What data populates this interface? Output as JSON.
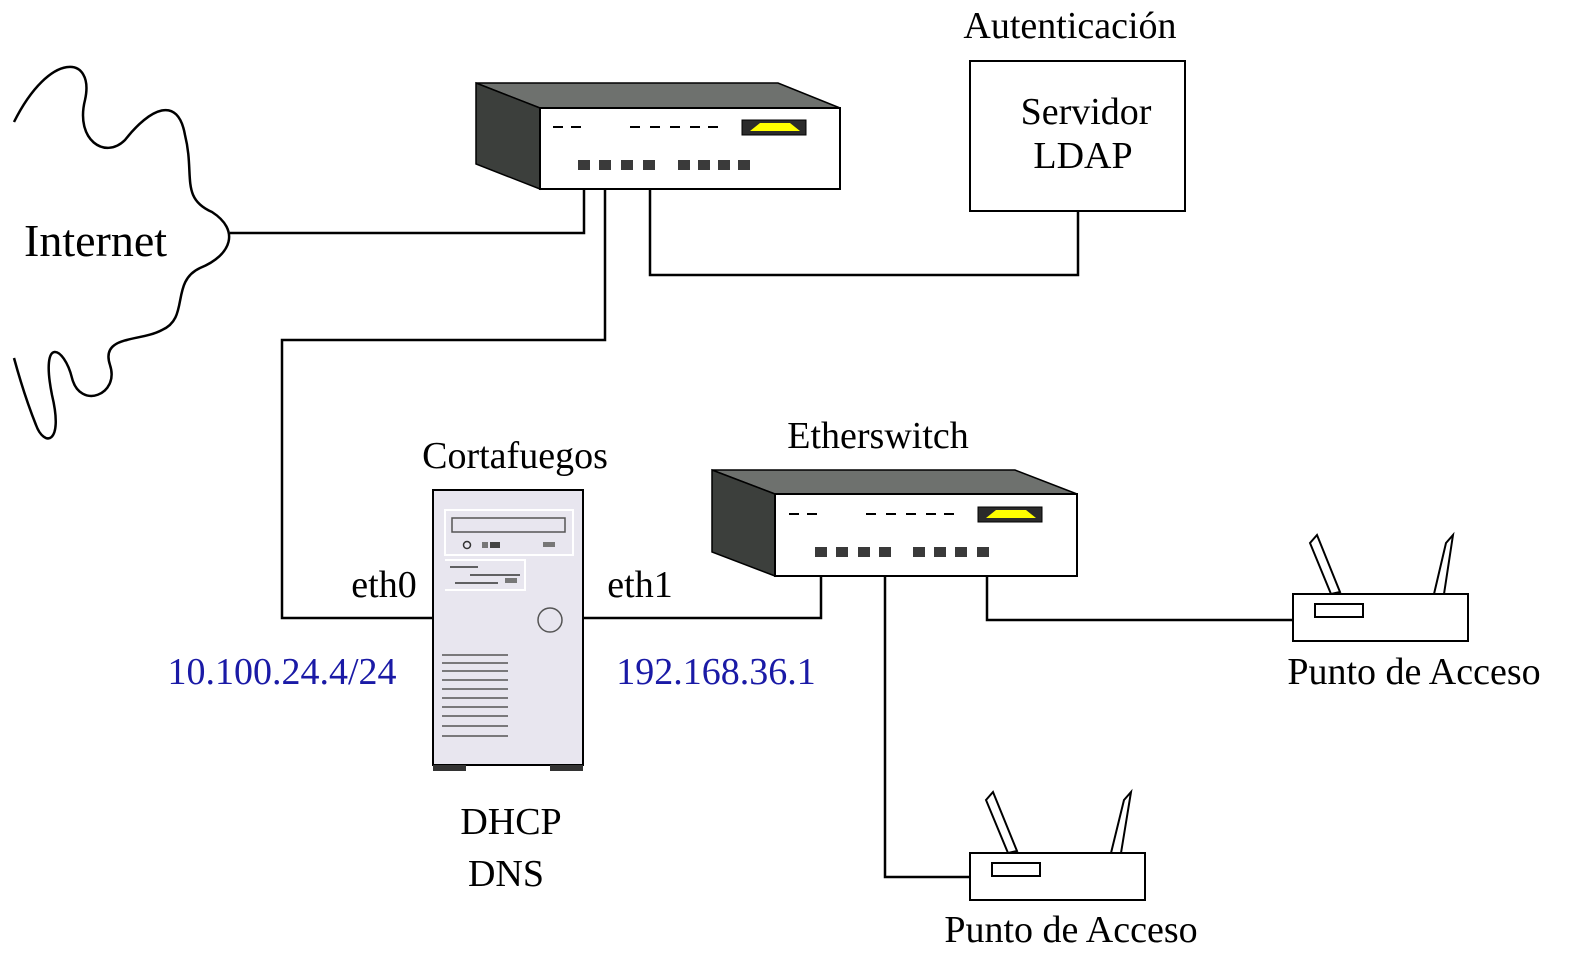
{
  "labels": {
    "internet": "Internet",
    "autenticacion": "Autenticación",
    "servidor_line1": "Servidor",
    "servidor_line2": "LDAP",
    "cortafuegos": "Cortafuegos",
    "etherswitch": "Etherswitch",
    "eth0": "eth0",
    "eth1": "eth1",
    "ip_eth0": "10.100.24.4/24",
    "ip_eth1": "192.168.36.1",
    "services_line1": "DHCP",
    "services_line2": "DNS",
    "ap_right": "Punto de Acceso",
    "ap_bottom": "Punto de Acceso"
  },
  "colors": {
    "ip_text": "#1a1aa6",
    "device_front": "#ffffff",
    "device_side": "#3c3f3c",
    "device_top": "#6e716e",
    "port": "#3a3a3a",
    "led_fill": "#ffff00",
    "led_bg": "#2b2b2b",
    "server_body": "#e8e6ef"
  }
}
